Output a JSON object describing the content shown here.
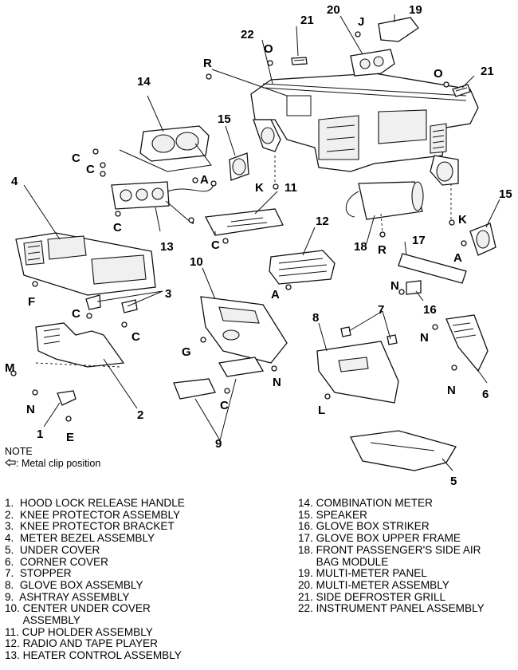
{
  "callouts": {
    "n1": "1",
    "n2": "2",
    "n3": "3",
    "n4": "4",
    "n5": "5",
    "n6": "6",
    "n7": "7",
    "n8": "8",
    "n9": "9",
    "n10": "10",
    "n11": "11",
    "n12": "12",
    "n13": "13",
    "n14": "14",
    "n15a": "15",
    "n15b": "15",
    "n16": "16",
    "n17": "17",
    "n18": "18",
    "n19": "19",
    "n20": "20",
    "n21a": "21",
    "n21b": "21",
    "n22": "22",
    "R1": "R",
    "R2": "R",
    "J": "J",
    "O1": "O",
    "O2": "O",
    "C1": "C",
    "C2": "C",
    "C3": "C",
    "C4": "C",
    "C5": "C",
    "C6": "C",
    "C7": "C",
    "A1": "A",
    "A2": "A",
    "A3": "A",
    "K1": "K",
    "K2": "K",
    "F": "F",
    "G": "G",
    "M": "M",
    "N1": "N",
    "N2": "N",
    "N3": "N",
    "N4": "N",
    "N5": "N",
    "E": "E",
    "L": "L"
  },
  "note": {
    "title": "NOTE",
    "symbol_text": ": Metal clip position"
  },
  "legend": {
    "left": [
      "1.  HOOD LOCK RELEASE HANDLE",
      "2.  KNEE PROTECTOR ASSEMBLY",
      "3.  KNEE PROTECTOR BRACKET",
      "4.  METER BEZEL ASSEMBLY",
      "5.  UNDER COVER",
      "6.  CORNER COVER",
      "7.  STOPPER",
      "8.  GLOVE BOX ASSEMBLY",
      "9.  ASHTRAY ASSEMBLY",
      "10. CENTER UNDER COVER\n      ASSEMBLY",
      "11. CUP HOLDER ASSEMBLY",
      "12. RADIO AND TAPE PLAYER",
      "13. HEATER CONTROL ASSEMBLY"
    ],
    "right": [
      "14. COMBINATION METER",
      "15. SPEAKER",
      "16. GLOVE BOX STRIKER",
      "17. GLOVE BOX UPPER FRAME",
      "18. FRONT PASSENGER'S SIDE AIR\n      BAG MODULE",
      "19. MULTI-METER PANEL",
      "20. MULTI-METER ASSEMBLY",
      "21. SIDE DEFROSTER GRILL",
      "22. INSTRUMENT PANEL ASSEMBLY"
    ]
  }
}
